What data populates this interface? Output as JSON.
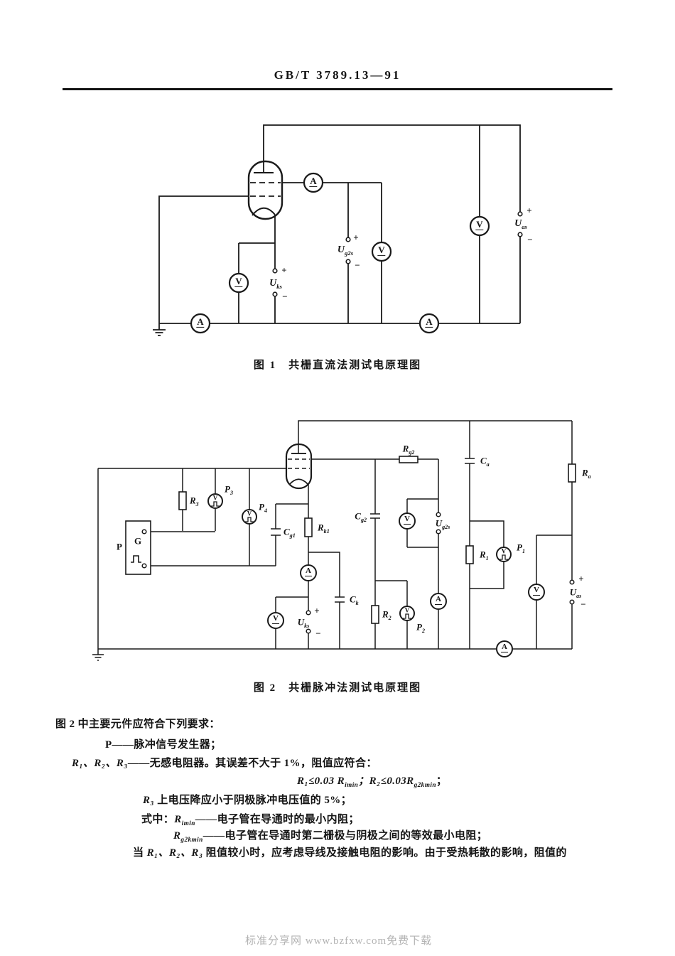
{
  "page": {
    "header_title": "GB/T 3789.13—91",
    "footer_watermark": "标准分享网 www.bzfxw.com免费下载"
  },
  "signs": {
    "plus": "+",
    "minus": "−"
  },
  "meter_letters": {
    "a": "A",
    "v": "V"
  },
  "fig1": {
    "caption": "图 1　共栅直流法测试电原理图",
    "labels": {
      "ug2s": {
        "b": "U",
        "s": "g2s"
      },
      "uks": {
        "b": "U",
        "s": "ks"
      },
      "uas": {
        "b": "U",
        "s": "as"
      }
    }
  },
  "fig2": {
    "caption": "图 2　共栅脉冲法测试电原理图",
    "generator": {
      "p": "P",
      "g": "G"
    },
    "labels": {
      "r1": {
        "b": "R",
        "s": "1"
      },
      "r2": {
        "b": "R",
        "s": "2"
      },
      "r3": {
        "b": "R",
        "s": "3"
      },
      "ra": {
        "b": "R",
        "s": "a"
      },
      "rk1": {
        "b": "R",
        "s": "k1"
      },
      "rg2": {
        "b": "R",
        "s": "g2"
      },
      "ca": {
        "b": "C",
        "s": "a"
      },
      "cg1": {
        "b": "C",
        "s": "g1"
      },
      "cg2": {
        "b": "C",
        "s": "g2"
      },
      "ck": {
        "b": "C",
        "s": "k"
      },
      "p1": {
        "b": "P",
        "s": "1"
      },
      "p2": {
        "b": "P",
        "s": "2"
      },
      "p3": {
        "b": "P",
        "s": "3"
      },
      "p4": {
        "b": "P",
        "s": "4"
      },
      "ug2s": {
        "b": "U",
        "s": "g2s"
      },
      "uks": {
        "b": "U",
        "s": "ks"
      },
      "uas": {
        "b": "U",
        "s": "as"
      }
    }
  },
  "text": {
    "l1": "图 2 中主要元件应符合下列要求：",
    "l2a": "P",
    "l2b": "——脉冲信号发生器；",
    "l3a": "R₁、R₂、R₃",
    "l3b": "——无感电阻器。其误差不大于 1%，阻值应符合：",
    "f4a": "R₁≤0.03 R",
    "f4b": "imin",
    "f4c": "；R₂≤0.03R",
    "f4d": "g2kmin",
    "f4e": "；",
    "l5a": "R₃",
    "l5b": " 上电压降应小于阴极脉冲电压值的 5%；",
    "l6a": "式中：",
    "l6b": "R",
    "l6c": "imin",
    "l6d": "——电子管在导通时的最小内阻；",
    "l7a": "R",
    "l7b": "g2kmin",
    "l7c": "——电子管在导通时第二栅极与阴极之间的等效最小电阻；",
    "l8a": "当 ",
    "l8b": "R₁、R₂、R₃",
    "l8c": " 阻值较小时，应考虑导线及接触电阻的影响。由于受热耗散的影响，阻值的"
  }
}
